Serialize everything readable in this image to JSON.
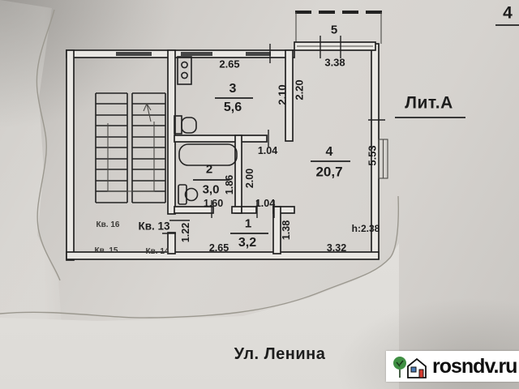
{
  "document": {
    "page_number": "4",
    "building_label": "Лит.А",
    "street_label": "Ул. Ленина",
    "ceiling_height": "h:2.38"
  },
  "rooms": {
    "kitchen": {
      "number": "3",
      "area": "5,6"
    },
    "living_room": {
      "number": "4",
      "area": "20,7"
    },
    "bathroom": {
      "number": "2",
      "area": "3,0"
    },
    "hallway": {
      "number": "1",
      "area": "3,2"
    },
    "balcony": {
      "number": "5"
    }
  },
  "dimensions": {
    "kitchen_width": "2.65",
    "balcony_width": "3.38",
    "kitchen_depth": "2.10",
    "living_upper_depth": "2.20",
    "kitchen_door_width": "1.04",
    "corridor_length": "2.00",
    "bathroom_depth": "1.86",
    "bathroom_width": "1.60",
    "living_door_width": "1.04",
    "entry_niche_width": "1.22",
    "hallway_width": "2.65",
    "partition_length": "1.38",
    "living_width": "3.32",
    "living_depth": "5.53"
  },
  "landing_apartments": {
    "kv16": "Кв. 16",
    "kv13": "Кв. 13",
    "kv15": "Кв. 15",
    "kv14": "Кв. 14"
  },
  "watermark": {
    "site_name": "rosndv.ru"
  },
  "colors": {
    "ink": "#222222",
    "paper": "#d7d4d0",
    "logo_tree_green": "#3f8f43",
    "logo_door_red": "#d63a2f",
    "logo_window_blue": "#4a7ab5"
  }
}
